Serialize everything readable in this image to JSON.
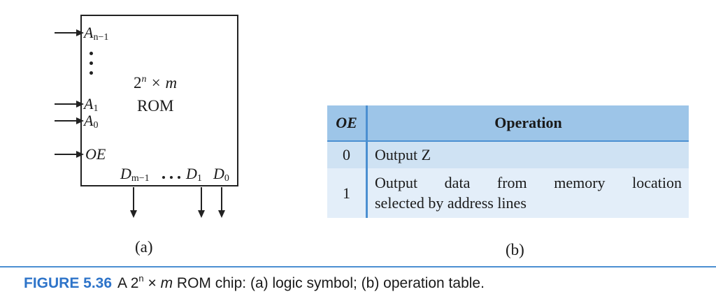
{
  "symbol": {
    "pins_in": {
      "a_top": {
        "base": "A",
        "sub": "n−1"
      },
      "a1": {
        "base": "A",
        "sub": "1"
      },
      "a0": {
        "base": "A",
        "sub": "0"
      },
      "oe": "OE"
    },
    "rom": {
      "base": "2",
      "sup": "n",
      "times": "× m",
      "label": "ROM"
    },
    "outputs": {
      "d_top": {
        "base": "D",
        "sub": "m−1"
      },
      "d1": {
        "base": "D",
        "sub": "1"
      },
      "d0": {
        "base": "D",
        "sub": "0"
      }
    },
    "caption": "(a)"
  },
  "table": {
    "header": {
      "col1": "OE",
      "col2": "Operation"
    },
    "rows": [
      {
        "oe": "0",
        "operation": "Output Z",
        "line1": "Output Z"
      },
      {
        "oe": "1",
        "line1": "Output data from memory location",
        "line2": "selected by address lines"
      }
    ],
    "caption": "(b)"
  },
  "figure_caption": {
    "label": "FIGURE 5.36",
    "pre": "A 2",
    "sup": "n",
    "mid": " × ",
    "m": "m",
    "post": " ROM chip: (a) logic symbol; (b) operation table."
  },
  "colors": {
    "accent": "#2e74c9",
    "table_header": "#9dc5e8",
    "table_row_1": "#cfe2f3",
    "table_row_2": "#e3eef9",
    "rule": "#4b8fd1"
  }
}
